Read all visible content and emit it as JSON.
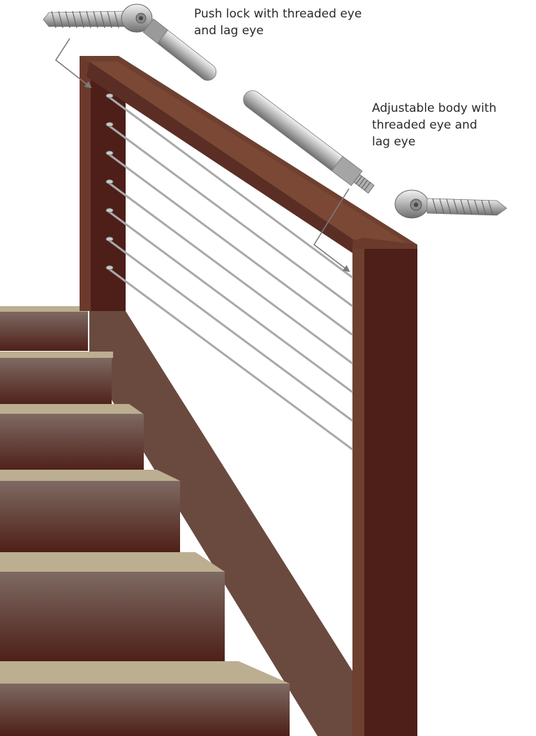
{
  "callouts": [
    {
      "lines": [
        "Push lock with threaded eye",
        "and lag eye"
      ]
    },
    {
      "lines": [
        "Adjustable body with",
        "threaded eye and",
        "lag eye"
      ]
    }
  ],
  "colors": {
    "post": "#4e1e19",
    "post_side": "#5c2a22",
    "rail_top": "#6e4030",
    "stringer": "#6a4a3f",
    "tread": "#bcae90",
    "riser_top": "#7e6a63",
    "riser_bottom": "#4e2018",
    "cable": "#a9a9a9",
    "steel": "#c8c8c8",
    "leader": "#7a7a7a"
  },
  "cable_count": 7,
  "stair_step_count": 6
}
